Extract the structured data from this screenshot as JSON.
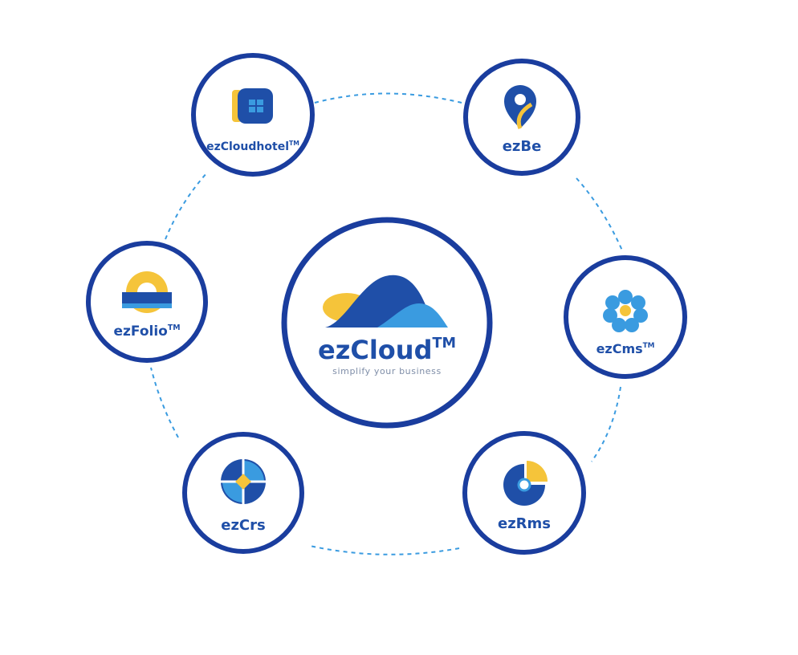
{
  "center": {
    "brand": "ezCloud",
    "trademark": "TM",
    "tagline": "simplify your business"
  },
  "products": [
    {
      "label": "ezCloudhotel",
      "mark": "TM",
      "icon": "ezcloudhotel-icon"
    },
    {
      "label": "ezBe",
      "mark": "",
      "icon": "ezbe-icon"
    },
    {
      "label": "ezCms",
      "mark": "TM",
      "icon": "ezcms-icon"
    },
    {
      "label": "ezRms",
      "mark": "",
      "icon": "ezrms-icon"
    },
    {
      "label": "ezCrs",
      "mark": "",
      "icon": "ezcrs-icon"
    },
    {
      "label": "ezFolio",
      "mark": "TM",
      "icon": "ezfolio-icon"
    }
  ],
  "colors": {
    "brand_blue": "#1f4fa8",
    "ring_blue": "#1a3d9e",
    "light_blue": "#3a9be0",
    "yellow": "#f5c43a",
    "dashed_line": "#3a9be0"
  }
}
